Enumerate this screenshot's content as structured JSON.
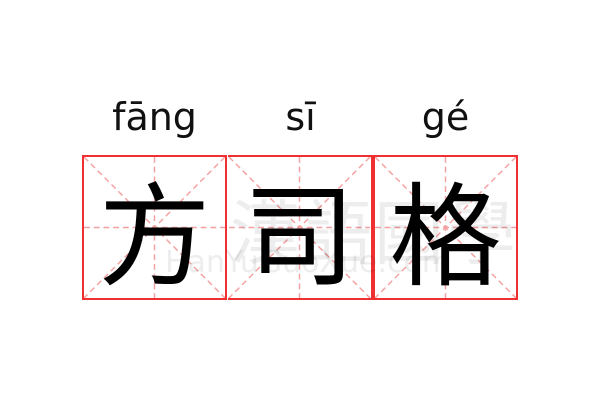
{
  "characters": [
    {
      "pinyin": "fāng",
      "hanzi": "方"
    },
    {
      "pinyin": "sī",
      "hanzi": "司"
    },
    {
      "pinyin": "gé",
      "hanzi": "格"
    }
  ],
  "watermark": {
    "text": "漢語國學",
    "site": "HanYuGuoXue.com"
  },
  "colors": {
    "grid_border": "#f03030",
    "grid_guides": "#f4a0a0"
  }
}
